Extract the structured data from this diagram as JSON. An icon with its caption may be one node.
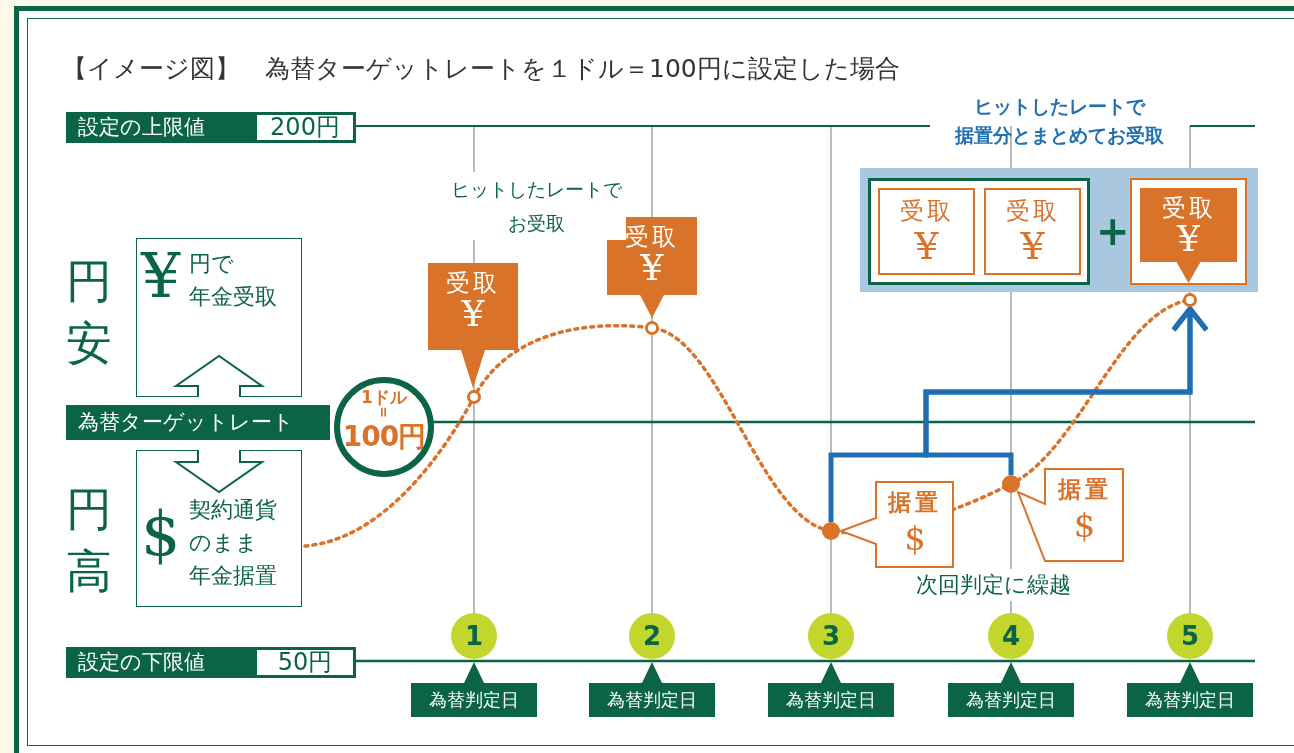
{
  "diagram": {
    "title": "【イメージ図】　為替ターゲットレートを１ドル＝100円に設定した場合",
    "nodes": [
      {
        "text": [
          "設定の上限値",
          "200円"
        ]
      },
      {
        "text": [
          "ヒットしたレートで据置分とまとめてお受取"
        ]
      },
      {
        "text": [],
        "shape": "box",
        "in": 1
      },
      {
        "text": [
          "受取",
          "¥"
        ],
        "in": 2
      },
      {
        "text": [
          "受取",
          "¥"
        ],
        "in": 2
      },
      {
        "text": [],
        "shape": "box",
        "in": 1
      },
      {
        "text": [
          "受取",
          "¥"
        ],
        "in": 5
      },
      {
        "text": [
          "¥",
          "円で年金受取"
        ]
      },
      {
        "text": [
          "受取",
          "¥"
        ]
      },
      {
        "text": [
          "受取",
          "¥"
        ]
      },
      {
        "text": [
          "為替ターゲットレート"
        ]
      },
      {
        "text": [
          "1ドル",
          "=",
          "100円"
        ]
      },
      {
        "text": [
          "$",
          "契約通貨のまま年金据置"
        ]
      },
      {
        "text": [
          "据置",
          "$"
        ]
      },
      {
        "text": [
          "据置",
          "$"
        ]
      },
      {
        "text": [],
        "shape": "circle"
      },
      {
        "text": [],
        "shape": "circle"
      },
      {
        "text": [],
        "shape": "circle"
      },
      {
        "text": [],
        "shape": "circle"
      },
      {
        "text": [],
        "shape": "circle"
      },
      {
        "text": [
          "設定の下限値",
          "50円"
        ]
      },
      {
        "text": [
          "1"
        ]
      },
      {
        "text": [
          "2"
        ]
      },
      {
        "text": [
          "3"
        ]
      },
      {
        "text": [
          "4"
        ]
      },
      {
        "text": [
          "5"
        ]
      },
      {
        "text": [
          "為替判定日"
        ]
      },
      {
        "text": [
          "為替判定日"
        ]
      },
      {
        "text": [
          "為替判定日"
        ]
      },
      {
        "text": [
          "為替判定日"
        ]
      },
      {
        "text": [
          "為替判定日"
        ]
      }
    ],
    "edges": [
      {
        "from": 17,
        "to": 19,
        "arrow": "to",
        "color": "#1f6fb2"
      },
      {
        "from": 18,
        "to": 19,
        "arrow": "to",
        "color": "#1f6fb2"
      }
    ],
    "labels": [
      "円安",
      "ヒットしたレートでお受取",
      "+",
      "円高",
      "次回判定に繰越"
    ]
  }
}
